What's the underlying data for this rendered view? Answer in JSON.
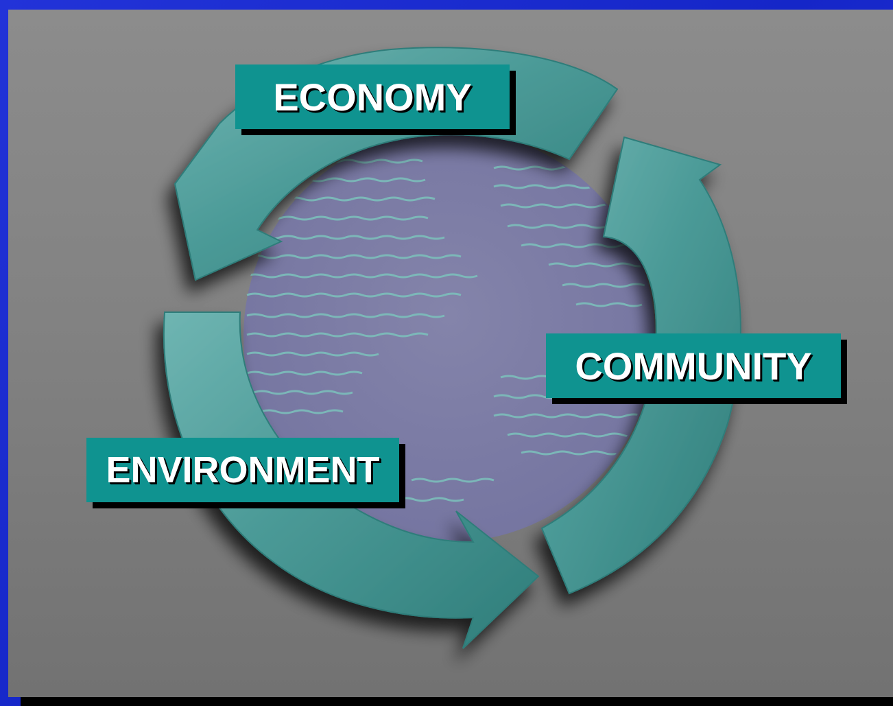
{
  "diagram": {
    "labels": {
      "economy": "ECONOMY",
      "community": "COMMUNITY",
      "environment": "ENVIRONMENT"
    },
    "colors": {
      "frame": "#1a2ad0",
      "panel": "#858585",
      "arrow": "#4a9a98",
      "label_box": "#0f9390",
      "center_disc": "#8080a4",
      "wave_lines": "#7cc2bc"
    }
  }
}
